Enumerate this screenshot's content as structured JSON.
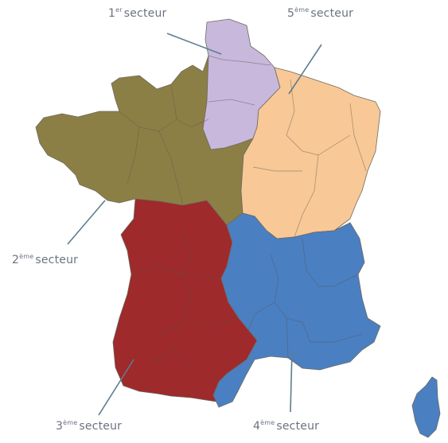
{
  "map": {
    "sectors": [
      {
        "id": "s1",
        "num": "1",
        "sup": "er",
        "word": "secteur",
        "color": "#c8b8dc"
      },
      {
        "id": "s2",
        "num": "2",
        "sup": "ème",
        "word": "secteur",
        "color": "#8c7f45"
      },
      {
        "id": "s3",
        "num": "3",
        "sup": "ème",
        "word": "secteur",
        "color": "#9e2a2b"
      },
      {
        "id": "s4",
        "num": "4",
        "sup": "ème",
        "word": "secteur",
        "color": "#4a7fc2"
      },
      {
        "id": "s5",
        "num": "5",
        "sup": "ème",
        "word": "secteur",
        "color": "#f8c896"
      }
    ]
  }
}
